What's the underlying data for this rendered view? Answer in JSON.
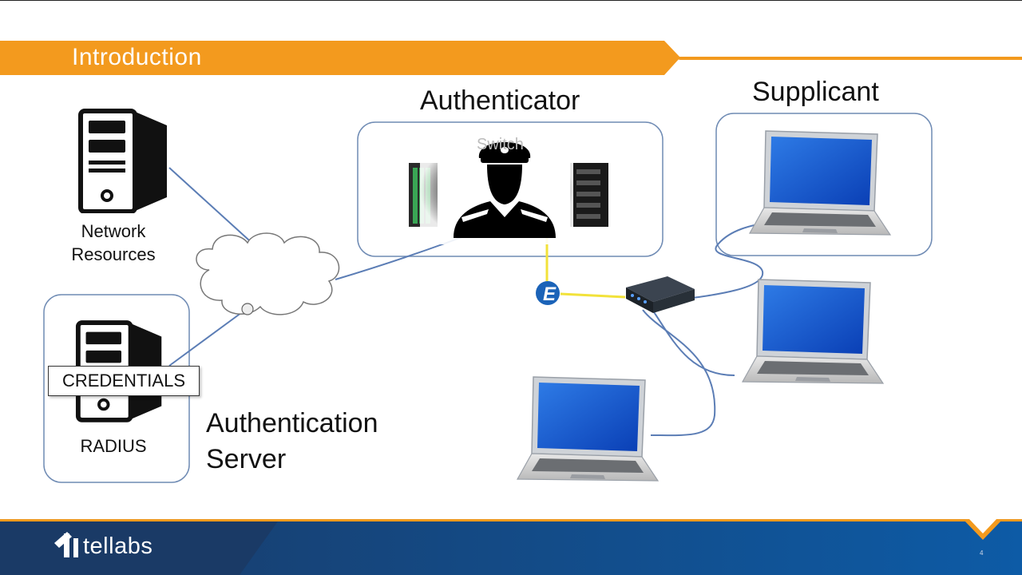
{
  "slide": {
    "title": "Introduction",
    "page_number": "4"
  },
  "labels": {
    "authenticator": "Authenticator",
    "supplicant": "Supplicant",
    "network_resources_line1": "Network",
    "network_resources_line2": "Resources",
    "radius": "RADIUS",
    "credentials": "CREDENTIALS",
    "auth_server_line1": "Authentication",
    "auth_server_line2": "Server",
    "switch": "Switch"
  },
  "footer": {
    "logo_text": "tellabs"
  },
  "colors": {
    "orange_banner": "#F39A1E",
    "box_border": "#6F8BB4",
    "link_line": "#5B7DB5",
    "yellow_link": "#F2E23A",
    "footer_blue": "#0C4A86",
    "footer_dark": "#1A3A66"
  },
  "icons": [
    "server-icon",
    "cloud-icon",
    "police-officer-icon",
    "laptop-icon",
    "hub-icon",
    "tellabs-logo-icon"
  ]
}
